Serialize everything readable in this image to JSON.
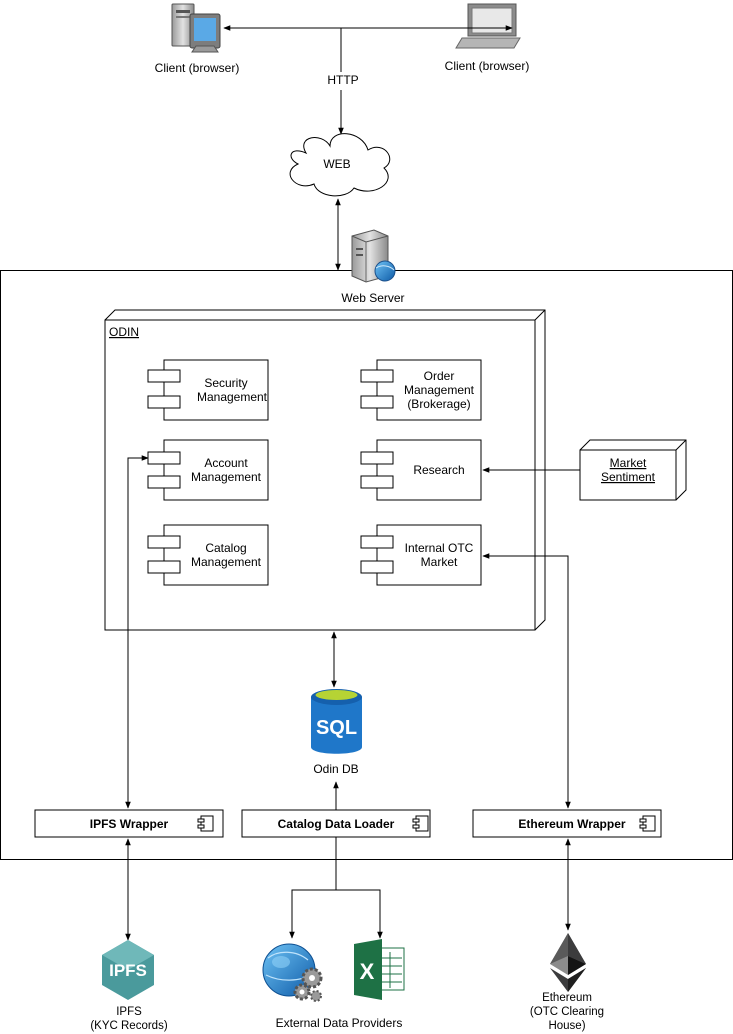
{
  "clients": {
    "left_label": "Client (browser)",
    "right_label": "Client (browser)",
    "link_label": "HTTP"
  },
  "web": {
    "label": "WEB"
  },
  "web_server": {
    "label": "Web Server"
  },
  "odin": {
    "label": "ODIN",
    "components": {
      "security": [
        "Security",
        "Management"
      ],
      "order": [
        "Order",
        "Management",
        "(Brokerage)"
      ],
      "account": [
        "Account",
        "Management"
      ],
      "research": [
        "Research"
      ],
      "catalog": [
        "Catalog",
        "Management"
      ],
      "otc": [
        "Internal OTC",
        "Market"
      ]
    }
  },
  "market_sentiment": [
    "Market",
    "Sentiment"
  ],
  "database": {
    "logo_text": "SQL",
    "label": "Odin DB"
  },
  "wrappers": {
    "ipfs": "IPFS Wrapper",
    "catalog_loader": "Catalog Data Loader",
    "ethereum": "Ethereum Wrapper"
  },
  "external": {
    "ipfs_logo": "IPFS",
    "ipfs_label": [
      "IPFS",
      "(KYC Records)"
    ],
    "providers_label": "External Data Providers",
    "excel_letter": "X",
    "ethereum_label": [
      "Ethereum",
      "(OTC Clearing",
      "House)"
    ]
  },
  "colors": {
    "line": "#000000",
    "sql_blue": "#1f77c9",
    "sql_top": "#b6d334",
    "ipfs_teal": "#4a9a9c",
    "excel_green": "#1e7145",
    "globe_blue": "#1a73c8",
    "eth_gray": "#3c3c3d"
  }
}
